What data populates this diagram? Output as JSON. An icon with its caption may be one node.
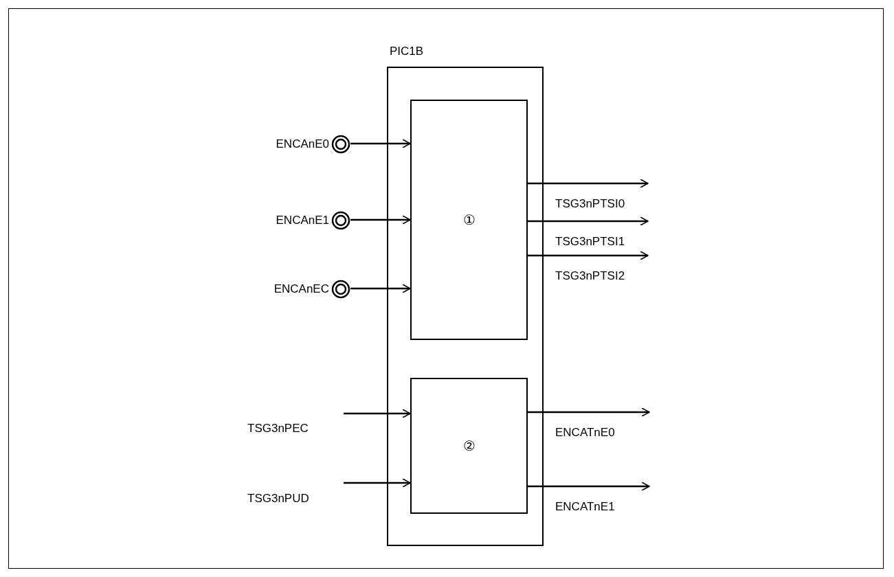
{
  "diagram": {
    "nodes": [
      {
        "text": [
          "PIC1B"
        ]
      },
      {
        "text": [
          "①"
        ],
        "in": 0
      },
      {
        "text": [
          "②"
        ],
        "in": 0
      },
      {
        "text": [
          "ENCAnE0"
        ]
      },
      {
        "text": [
          "ENCAnE1"
        ]
      },
      {
        "text": [
          "ENCAnEC"
        ]
      }
    ],
    "edges": [
      {
        "from": 3,
        "to": 1,
        "arrow": "to"
      },
      {
        "from": 4,
        "to": 1,
        "arrow": "to"
      },
      {
        "from": 5,
        "to": 1,
        "arrow": "to"
      },
      {
        "from": 1,
        "to": null,
        "arrow": "to",
        "label": "TSG3nPTSI0"
      },
      {
        "from": 1,
        "to": null,
        "arrow": "to",
        "label": "TSG3nPTSI1"
      },
      {
        "from": 1,
        "to": null,
        "arrow": "to",
        "label": "TSG3nPTSI2"
      },
      {
        "from": null,
        "to": 2,
        "arrow": "to",
        "label": "TSG3nPEC"
      },
      {
        "from": null,
        "to": 2,
        "arrow": "to",
        "label": "TSG3nPUD"
      },
      {
        "from": 2,
        "to": null,
        "arrow": "to",
        "label": "ENCATnE0"
      },
      {
        "from": 2,
        "to": null,
        "arrow": "to",
        "label": "ENCATnE1"
      }
    ]
  }
}
